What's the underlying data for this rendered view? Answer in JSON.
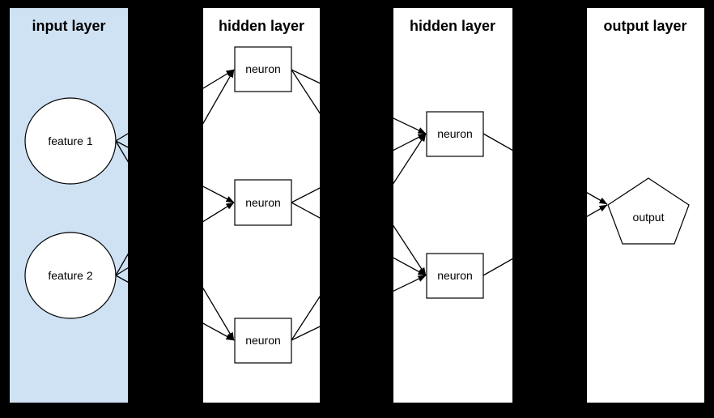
{
  "diagram": {
    "type": "neural-network",
    "background_color": "#000000",
    "stroke_color": "#000000",
    "node_fill_color": "#ffffff",
    "input_panel_color": "#cfe2f3",
    "layers": [
      {
        "title": "input layer",
        "fill": "#cfe2f3",
        "nodes": [
          {
            "label": "feature 1",
            "shape": "circle"
          },
          {
            "label": "feature 2",
            "shape": "circle"
          }
        ]
      },
      {
        "title": "hidden layer",
        "fill": "#ffffff",
        "nodes": [
          {
            "label": "neuron",
            "shape": "rectangle"
          },
          {
            "label": "neuron",
            "shape": "rectangle"
          },
          {
            "label": "neuron",
            "shape": "rectangle"
          }
        ]
      },
      {
        "title": "hidden layer",
        "fill": "#ffffff",
        "nodes": [
          {
            "label": "neuron",
            "shape": "rectangle"
          },
          {
            "label": "neuron",
            "shape": "rectangle"
          }
        ]
      },
      {
        "title": "output layer",
        "fill": "#ffffff",
        "nodes": [
          {
            "label": "output",
            "shape": "pentagon"
          }
        ]
      }
    ],
    "edges": [
      {
        "from": "input layer / feature 1",
        "to": "hidden layer 1 / neuron 1"
      },
      {
        "from": "input layer / feature 1",
        "to": "hidden layer 1 / neuron 2"
      },
      {
        "from": "input layer / feature 1",
        "to": "hidden layer 1 / neuron 3"
      },
      {
        "from": "input layer / feature 2",
        "to": "hidden layer 1 / neuron 1"
      },
      {
        "from": "input layer / feature 2",
        "to": "hidden layer 1 / neuron 2"
      },
      {
        "from": "input layer / feature 2",
        "to": "hidden layer 1 / neuron 3"
      },
      {
        "from": "hidden layer 1 / neuron 1",
        "to": "hidden layer 2 / neuron 1"
      },
      {
        "from": "hidden layer 1 / neuron 1",
        "to": "hidden layer 2 / neuron 2"
      },
      {
        "from": "hidden layer 1 / neuron 2",
        "to": "hidden layer 2 / neuron 1"
      },
      {
        "from": "hidden layer 1 / neuron 2",
        "to": "hidden layer 2 / neuron 2"
      },
      {
        "from": "hidden layer 1 / neuron 3",
        "to": "hidden layer 2 / neuron 1"
      },
      {
        "from": "hidden layer 1 / neuron 3",
        "to": "hidden layer 2 / neuron 2"
      },
      {
        "from": "hidden layer 2 / neuron 1",
        "to": "output layer / output"
      },
      {
        "from": "hidden layer 2 / neuron 2",
        "to": "output layer / output"
      }
    ]
  }
}
